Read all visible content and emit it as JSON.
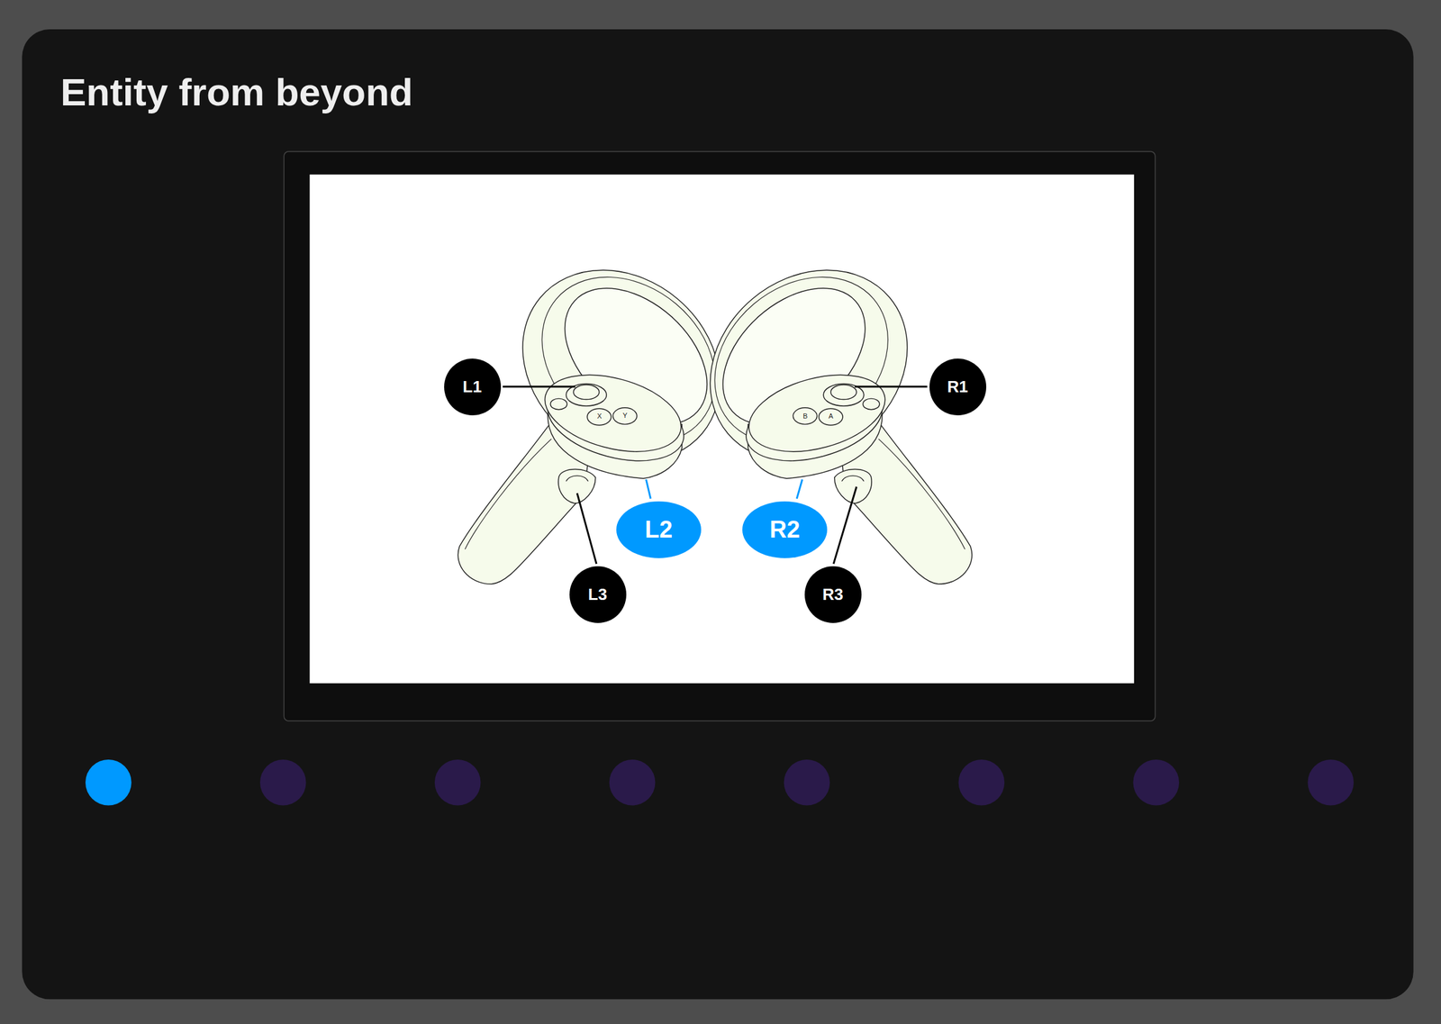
{
  "diagram": {
    "title": "Entity from beyond",
    "nodes": [
      {
        "text": [
          "L1"
        ]
      },
      {
        "text": [
          "R1"
        ]
      },
      {
        "text": [
          "L2"
        ]
      },
      {
        "text": [
          "R2"
        ]
      },
      {
        "text": [
          "L3"
        ]
      },
      {
        "text": [
          "R3"
        ]
      }
    ],
    "labels": [
      "X",
      "Y",
      "B",
      "A"
    ]
  }
}
